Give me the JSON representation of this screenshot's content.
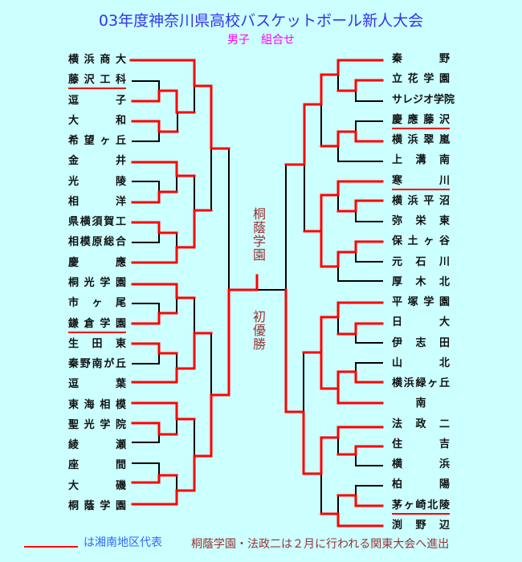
{
  "header": {
    "title": "03年度神奈川県高校バスケットボール新人大会",
    "subtitle": "男子　組合せ"
  },
  "left_teams": [
    "横浜商大",
    "藤沢工科",
    "逗子",
    "大和",
    "希望ヶ丘",
    "金井",
    "光陵",
    "相洋",
    "県横須賀工",
    "相模原総合",
    "慶應",
    "桐光学園",
    "市ヶ尾",
    "鎌倉学園",
    "生田東",
    "秦野南が丘",
    "逗葉",
    "東海相模",
    "聖光学院",
    "綾瀬",
    "座間",
    "大磯",
    "桐蔭学園"
  ],
  "right_teams": [
    "秦野",
    "立花学園",
    "サレジオ学院",
    "慶應藤沢",
    "横浜翠嵐",
    "上溝南",
    "寒川",
    "横浜平沼",
    "弥栄東",
    "保土ヶ谷",
    "元石川",
    "厚木北",
    "平塚学園",
    "日大",
    "伊志田",
    "山北",
    "横浜緑ヶ丘",
    "南",
    "法政二",
    "住吉",
    "横浜",
    "柏陽",
    "茅ヶ崎北陵",
    "渕野辺"
  ],
  "shonan_representatives": [
    "藤沢工科",
    "鎌倉学園",
    "慶應藤沢",
    "寒川",
    "茅ヶ崎北陵"
  ],
  "center": {
    "winner": "桐蔭学園",
    "note": "初優勝"
  },
  "footer": {
    "legend_text": "は湘南地区代表",
    "note": "桐蔭学園・法政二は２月に行われる関東大会へ進出"
  },
  "colors": {
    "win_line": "#ff0000",
    "lose_line": "#000000",
    "title": "#3333ee",
    "subtitle": "#ff00ff",
    "accent": "#993333",
    "background": "#ccffff"
  }
}
